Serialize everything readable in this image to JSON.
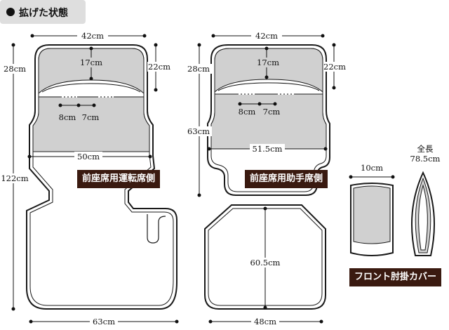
{
  "header": {
    "title": "拡げた状態"
  },
  "driver_seat": {
    "label": "前座席用運転席側",
    "dims": {
      "top_width": "42cm",
      "headrest_width": "17cm",
      "headrest_height": "22cm",
      "back_height": "28cm",
      "total_height": "122cm",
      "gap_left": "8cm",
      "gap_right": "7cm",
      "seat_width": "50cm",
      "bottom_width": "63cm"
    }
  },
  "passenger_seat": {
    "label": "前座席用助手席側",
    "dims": {
      "top_width": "42cm",
      "headrest_width": "17cm",
      "headrest_height": "22cm",
      "back_height": "28cm",
      "back_total_height": "63cm",
      "gap_left": "8cm",
      "gap_right": "7cm",
      "seat_width": "51.5cm",
      "cushion_height": "60.5cm",
      "cushion_width": "48cm"
    }
  },
  "armrest": {
    "label": "フロント肘掛カバー",
    "dims": {
      "width": "10cm",
      "total_length_label": "全長",
      "total_length": "78.5cm"
    }
  },
  "colors": {
    "fill": "#d0d0d0",
    "outline": "#1a1a1a",
    "badge": "#3a1a10"
  }
}
